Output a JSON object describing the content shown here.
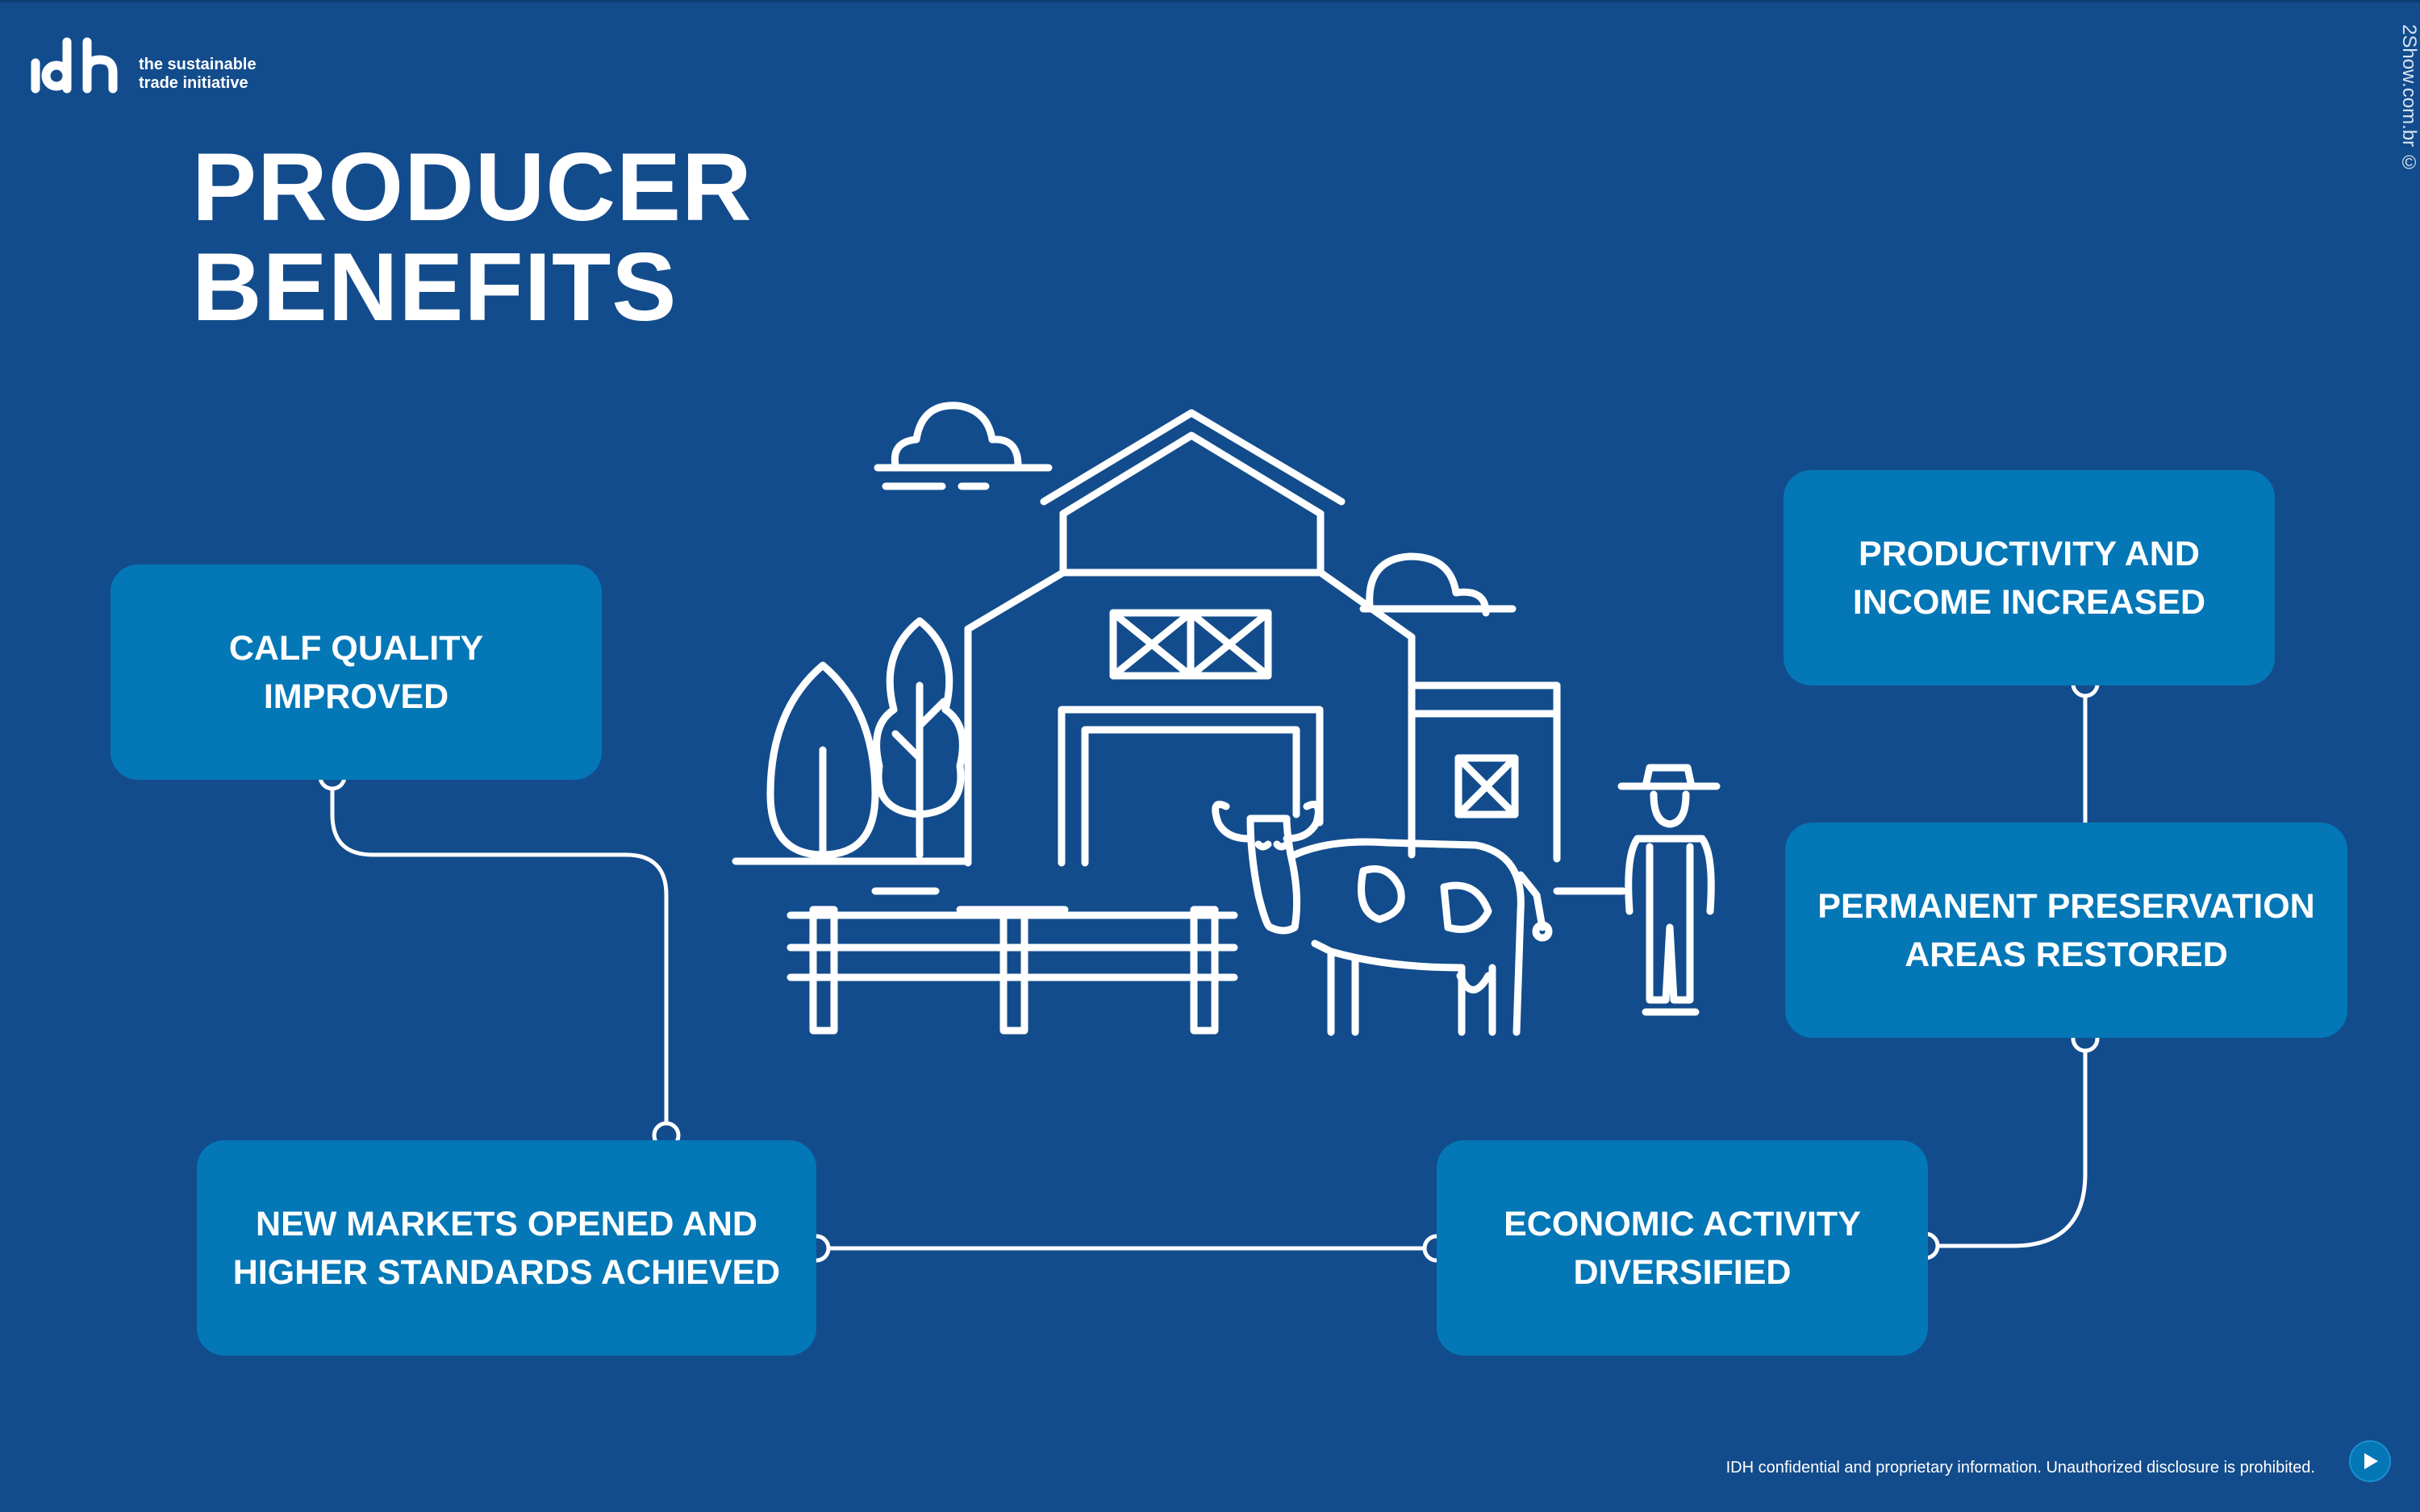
{
  "logo": {
    "wordmark": "idh",
    "tagline_line1": "the sustainable",
    "tagline_line2": "trade initiative"
  },
  "title": {
    "line1": "PRODUCER",
    "line2": "BENEFITS"
  },
  "boxes": {
    "calf": {
      "line1": "CALF QUALITY",
      "line2": "IMPROVED"
    },
    "markets": {
      "line1": "NEW MARKETS OPENED AND",
      "line2": "HIGHER STANDARDS ACHIEVED"
    },
    "economic": {
      "line1": "ECONOMIC ACTIVITY",
      "line2": "DIVERSIFIED"
    },
    "preservation": {
      "line1": "PERMANENT PRESERVATION",
      "line2": "AREAS RESTORED"
    },
    "productivity": {
      "line1": "PRODUCTIVITY AND",
      "line2": "INCOME INCREASED"
    }
  },
  "watermark": "2Show.com.br ©",
  "footer_note": "IDH confidential and proprietary information. Unauthorized disclosure is prohibited.",
  "icons": {
    "illustration": "farm-illustration",
    "next": "play-icon"
  },
  "colors": {
    "background": "#134c8c",
    "box": "#0477b6",
    "line": "#ffffff"
  }
}
